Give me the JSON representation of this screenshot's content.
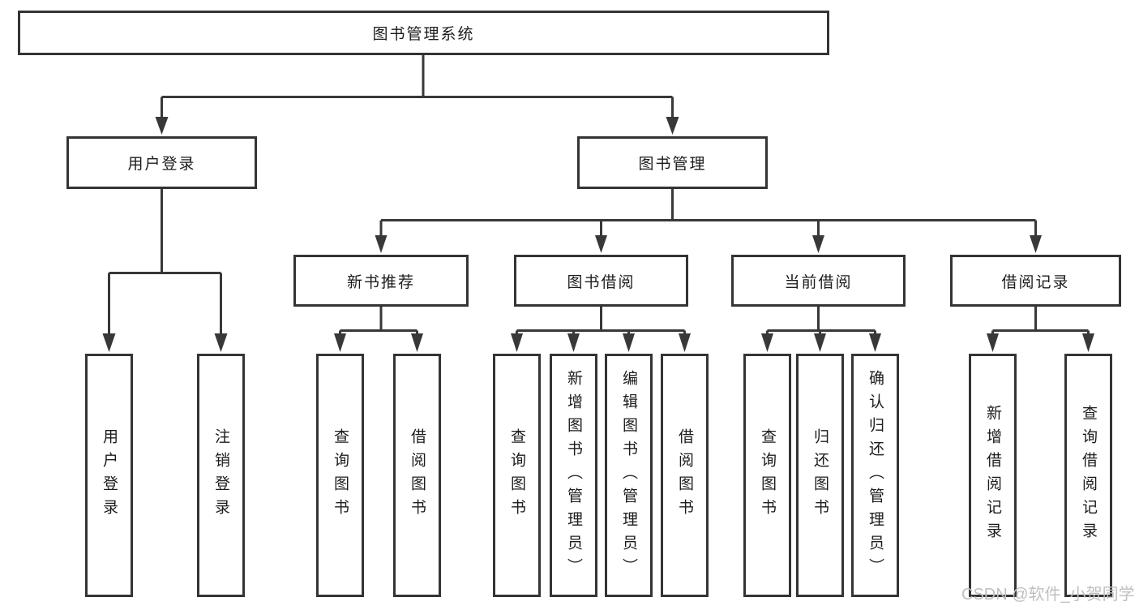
{
  "diagram_type": "hierarchy-tree",
  "tree": {
    "label": "图书管理系统",
    "children": [
      {
        "label": "用户登录",
        "children": [
          {
            "label": "用户登录"
          },
          {
            "label": "注销登录"
          }
        ]
      },
      {
        "label": "图书管理",
        "children": [
          {
            "label": "新书推荐",
            "children": [
              {
                "label": "查询图书"
              },
              {
                "label": "借阅图书"
              }
            ]
          },
          {
            "label": "图书借阅",
            "children": [
              {
                "label": "查询图书"
              },
              {
                "label": "新增图书（管理员）"
              },
              {
                "label": "编辑图书（管理员）"
              },
              {
                "label": "借阅图书"
              }
            ]
          },
          {
            "label": "当前借阅",
            "children": [
              {
                "label": "查询图书"
              },
              {
                "label": "归还图书"
              },
              {
                "label": "确认归还（管理员）"
              }
            ]
          },
          {
            "label": "借阅记录",
            "children": [
              {
                "label": "新增借阅记录"
              },
              {
                "label": "查询借阅记录"
              }
            ]
          }
        ]
      }
    ]
  },
  "watermark": {
    "text": "CSDN @软件_小贺同学"
  },
  "colors": {
    "line": "#383838",
    "box_border": "#343434",
    "text": "#1c1c1c",
    "watermark": "#bfbfc4",
    "background": "#ffffff"
  }
}
